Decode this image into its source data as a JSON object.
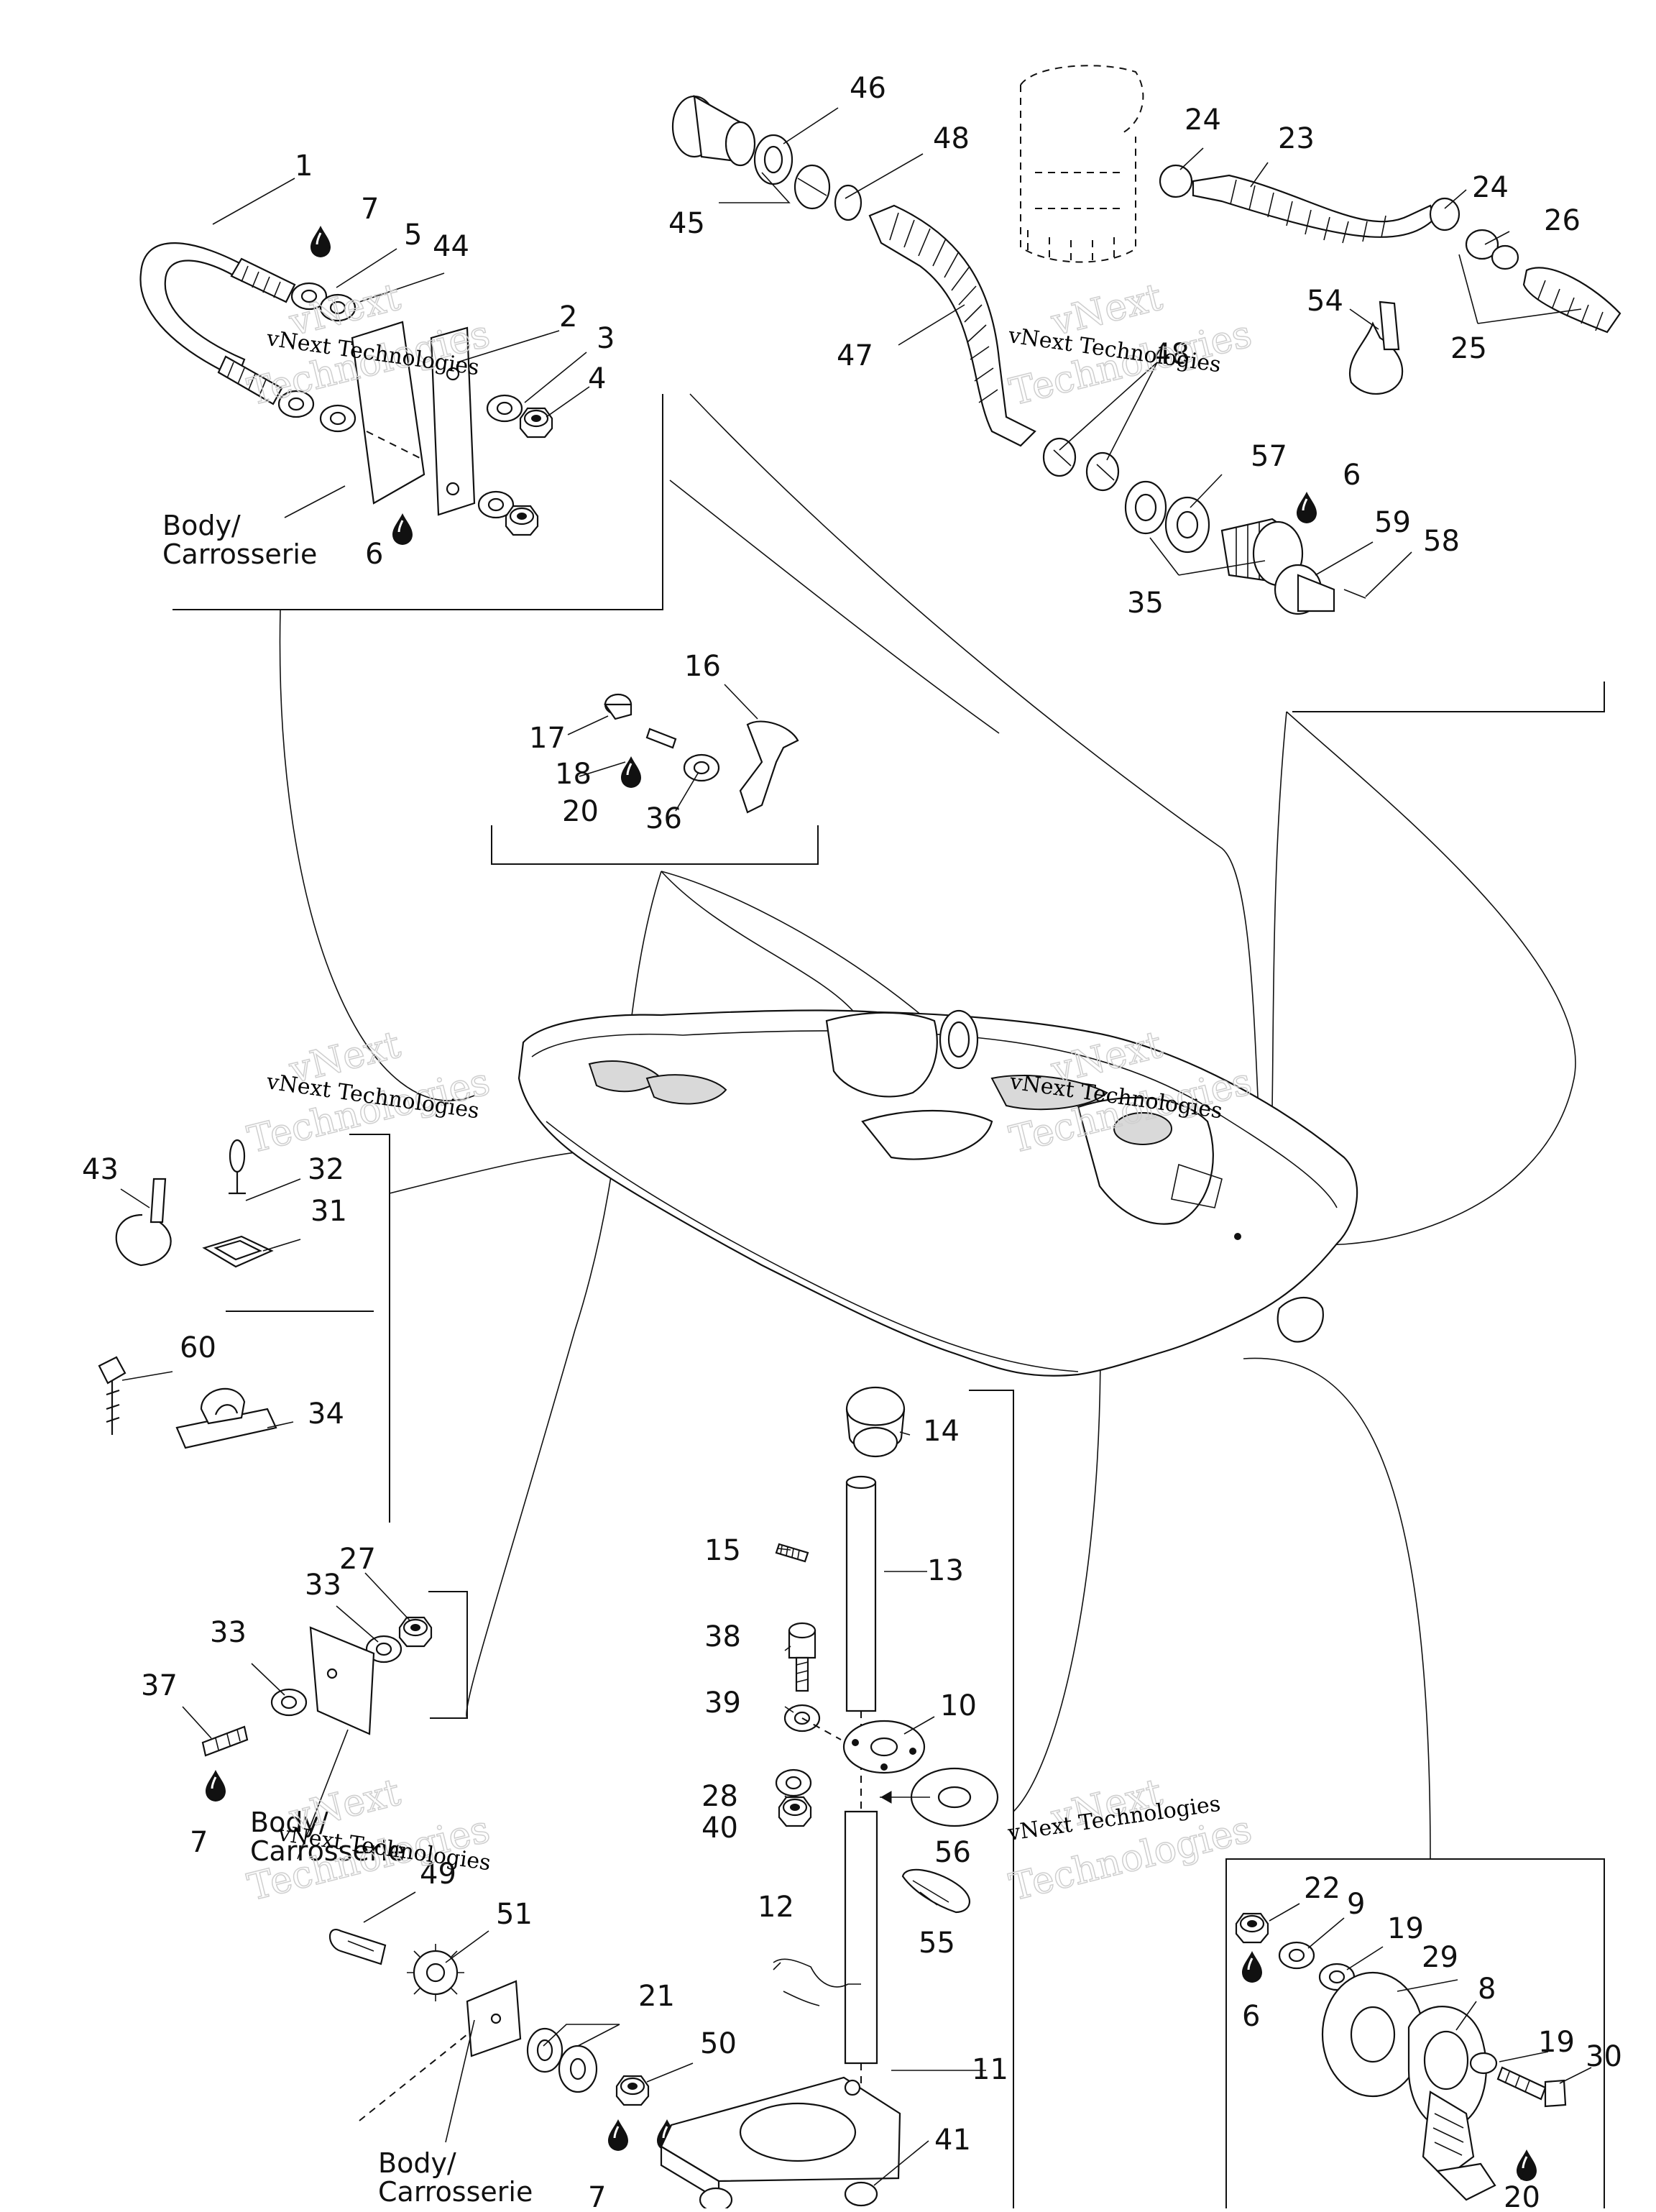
{
  "diagram": {
    "callouts": [
      "1",
      "2",
      "3",
      "4",
      "5",
      "6",
      "7",
      "8",
      "9",
      "10",
      "11",
      "12",
      "13",
      "14",
      "15",
      "16",
      "17",
      "18",
      "19",
      "20",
      "21",
      "22",
      "23",
      "24",
      "25",
      "26",
      "27",
      "28",
      "29",
      "30",
      "31",
      "32",
      "33",
      "34",
      "35",
      "36",
      "37",
      "38",
      "39",
      "40",
      "41",
      "43",
      "44",
      "45",
      "46",
      "47",
      "48",
      "49",
      "50",
      "51",
      "54",
      "55",
      "56",
      "57",
      "58",
      "59",
      "60"
    ],
    "body_label_line1": "Body/",
    "body_label_line2": "Carrosserie",
    "watermark_line1": "vNext",
    "watermark_line2": "Technologies",
    "watermark_small": "vNext Technologies",
    "icons": [
      "sealant-drop-icon",
      "cable-tie-icon",
      "hull-illustration"
    ]
  }
}
